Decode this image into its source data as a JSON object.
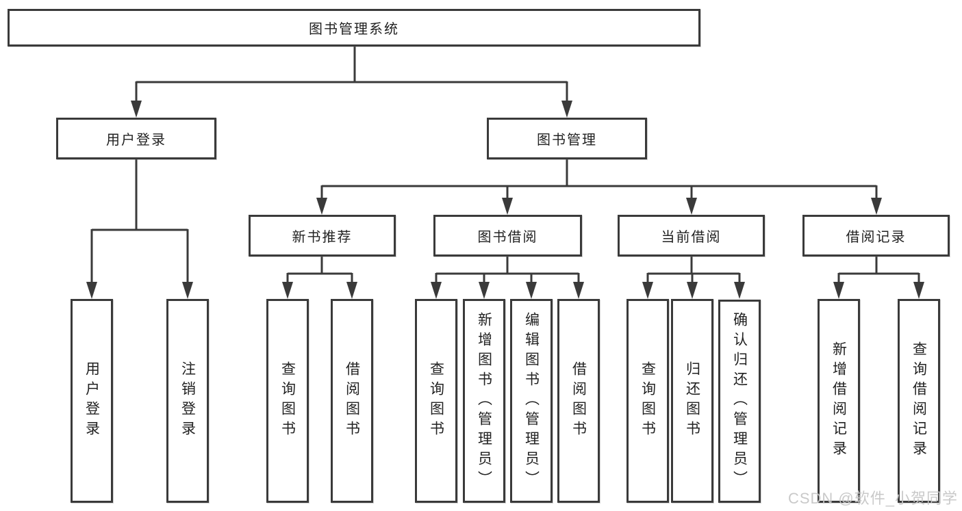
{
  "tree": {
    "label": "图书管理系统",
    "children": [
      {
        "label": "用户登录",
        "children": [
          {
            "label": "用户登录"
          },
          {
            "label": "注销登录"
          }
        ]
      },
      {
        "label": "图书管理",
        "children": [
          {
            "label": "新书推荐",
            "children": [
              {
                "label": "查询图书"
              },
              {
                "label": "借阅图书"
              }
            ]
          },
          {
            "label": "图书借阅",
            "children": [
              {
                "label": "查询图书"
              },
              {
                "label": "新增图书（管理员）"
              },
              {
                "label": "编辑图书（管理员）"
              },
              {
                "label": "借阅图书"
              }
            ]
          },
          {
            "label": "当前借阅",
            "children": [
              {
                "label": "查询图书"
              },
              {
                "label": "归还图书"
              },
              {
                "label": "确认归还（管理员）"
              }
            ]
          },
          {
            "label": "借阅记录",
            "children": [
              {
                "label": "新增借阅记录"
              },
              {
                "label": "查询借阅记录"
              }
            ]
          }
        ]
      }
    ]
  },
  "watermark": "CSDN @软件_小贺同学",
  "colors": {
    "line": "#3a3a3a",
    "box_border": "#3a3a3a",
    "box_fill": "#ffffff",
    "text": "#222222",
    "watermark": "#c7c7c7",
    "background": "#ffffff"
  }
}
